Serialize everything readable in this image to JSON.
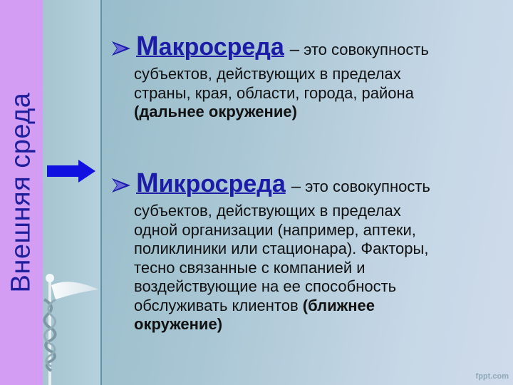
{
  "sidebar": {
    "title": "Внешняя среда",
    "arrow_icon": "arrow-right-icon",
    "arrow_color": "#1010e0",
    "purple_color": "#d29df3",
    "logo_icon": "caduceus-icon"
  },
  "items": [
    {
      "bullet_icon": "arrowhead-bullet-icon",
      "term_cap": "М",
      "term_rest": "акросреда",
      "dash": "–",
      "lead": "это совокупность",
      "lines": [
        "субъектов, действующих в пределах",
        "страны, края, области, города, района"
      ],
      "bold_line": "(дальнее окружение)"
    },
    {
      "bullet_icon": "arrowhead-bullet-icon",
      "term_cap": "М",
      "term_rest": "икросреда",
      "dash": "–",
      "lead": "это совокупность",
      "lines": [
        "субъектов, действующих в пределах",
        "одной организации (например, аптеки,",
        "поликлиники или стационара). Факторы,",
        "тесно связанные с компанией и",
        "воздействующие на ее способность"
      ],
      "last_line_plain": "обслуживать клиентов ",
      "last_line_bold": "(ближнее",
      "bold_line": "окружение)"
    }
  ],
  "watermark": "fppt.com",
  "colors": {
    "term": "#1c1ca8",
    "text": "#111111",
    "divider": "#5d93a3",
    "vertical_title": "#1f1f9e"
  }
}
